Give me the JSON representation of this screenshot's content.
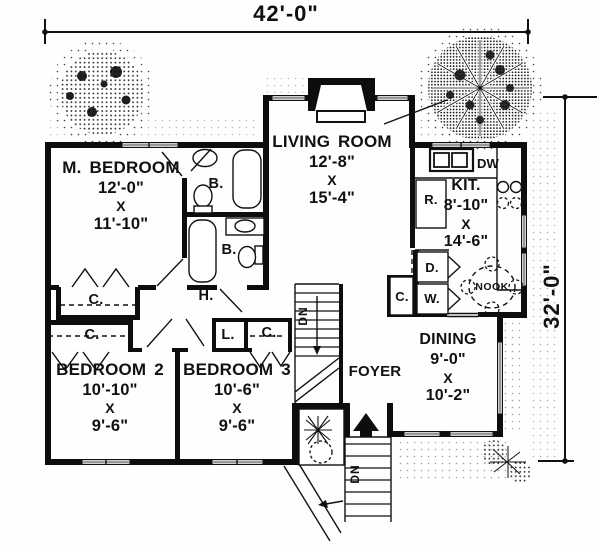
{
  "dimensions": {
    "overall_width": "42'-0\"",
    "overall_height": "32'-0\""
  },
  "rooms": {
    "master_bedroom": {
      "name": "M. BEDROOM",
      "width": "12'-0\"",
      "height": "11'-10\""
    },
    "living_room": {
      "name": "LIVING ROOM",
      "width": "12'-8\"",
      "height": "15'-4\""
    },
    "kitchen": {
      "name": "KIT.",
      "width": "8'-10\"",
      "height": "14'-6\""
    },
    "dining": {
      "name": "DINING",
      "width": "9'-0\"",
      "height": "10'-2\""
    },
    "bedroom_2": {
      "name": "BEDROOM 2",
      "width": "10'-10\"",
      "height": "9'-6\""
    },
    "bedroom_3": {
      "name": "BEDROOM 3",
      "width": "10'-6\"",
      "height": "9'-6\""
    },
    "foyer": {
      "name": "FOYER"
    },
    "nook": {
      "name": "NOOK"
    }
  },
  "labels": {
    "x_sep": "X",
    "bath_upper": "B.",
    "bath_lower": "B.",
    "hall": "H.",
    "closet_master": "C.",
    "closet_bedroom2": "C.",
    "closet_bedroom3": "C.",
    "closet_foyer": "C.",
    "linen": "L.",
    "dryer": "D.",
    "washer": "W.",
    "refrigerator": "R.",
    "dishwasher": "DW",
    "stairs_down_interior": "DN",
    "stairs_down_exterior": "DN"
  },
  "colors": {
    "ink": "#111111",
    "paper": "#ffffff"
  }
}
